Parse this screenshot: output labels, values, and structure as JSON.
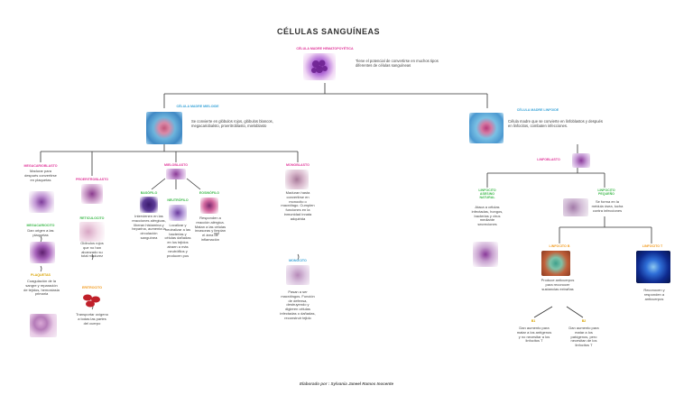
{
  "title": "CÉLULAS SANGUÍNEAS",
  "root": {
    "label": "CÉLULA MADRE HEMATOPOYÉTICA",
    "text": "Tiene el potencial de convertirse en muchos tipos diferentes de células sanguíneas"
  },
  "myeloid": {
    "label": "CÉLULA MADRE MIELOIDE",
    "text": "Se convierte en glóbulos rojos, glóbulos blancos, megacariobalsto, proeritroblasto, mieloblasto"
  },
  "lymphoid": {
    "label": "CÉLULA MADRE LINFOIDE",
    "text": "Célula madre que se convierte en linfoblastos y después en linfocitos, combaten infecciones."
  },
  "megacarioblasto": {
    "label": "MEGACARIOBLASTO",
    "text": "Madurar para después convertirse en plaquetas",
    "megacariocito_label": "MEGACARIOCITO",
    "megacariocito_text": "Dan origen a las plaquetas",
    "plaquetas_label": "PLAQUETAS",
    "plaquetas_text": "Coagulación de la sangre y reparación de tejidos, hemostasia primaria"
  },
  "proeritroblasto": {
    "label": "PROERITROBLASTO",
    "reticulocito_label": "RETICULOCITO",
    "reticulocito_text": "Glóbulos rojos que no han alcanzado su total madurez",
    "eritrocito_label": "ERITROCITO",
    "eritrocito_text": "Transportar oxígeno a todas las partes del cuerpo"
  },
  "mieloblasto": {
    "label": "MIELOBLASTO",
    "basofilo_label": "BASÓFILO",
    "basofilo_text": "Intervienen en las reacciones alérgicas, liberan histamina y heparina, aumenta la circulación sanguínea",
    "neutrofilo_label": "NEUTRÓFILO",
    "neutrofilo_text": "Localizar y neutralizar a las bacterias y células dañadas en los tejidos atraen a más neutrófilos y producen pus",
    "eosinofilo_label": "EOSINÓFILO",
    "eosinofilo_text": "Responden a reacción alérgica. Matan a las células invasoras y limpian el área de inflamación"
  },
  "monoblasto": {
    "label": "MONOBLASTO",
    "text": "Maduran hasta convertirse en monocito o macrófago. Cumplen funciones en la inmunidad innata adquirida",
    "monocito_label": "MONOCITO",
    "monocito_text": "Pasan a ser macrófagos. Función de defensa, destruyendo y digieren células infectadas o dañadas, reconstruir tejido"
  },
  "linfoblasto": {
    "label": "LINFOBLASTO",
    "nk_label": "LINFOCITO ASESINO NATURAL",
    "nk_text": "Ataca a células infectadas, hongos, bacterias y virus mediante secreciones",
    "pequeno_label": "LINFOCITO PEQUEÑO",
    "pequeno_text": "Se forma en la médula ósea, lucha contra infecciones",
    "b_label": "LINFOCITO B",
    "b_text": "Produce anticuerpos para reconocer sustancias extrañas",
    "t_label": "LINFOCITO T",
    "t_text": "Reconocen y responden a anticuerpos",
    "b1_label": "B1",
    "b1_text": "Dan aumento para matar a los antígenos y no necesitar a los linfocitos T",
    "b2_label": "B2",
    "b2_text": "Dan aumento para matar a los patógenos, pero necesitan de los linfocitos T"
  },
  "footer": "Elaborado por : Sylvania Janeel Ramos Inocente",
  "colors": {
    "pink": "#e0389a",
    "blue": "#3aa4d8",
    "green": "#3cb84a",
    "orange": "#f29a1c",
    "gold": "#d9a300",
    "red": "#e24a2a",
    "line": "#333333"
  }
}
